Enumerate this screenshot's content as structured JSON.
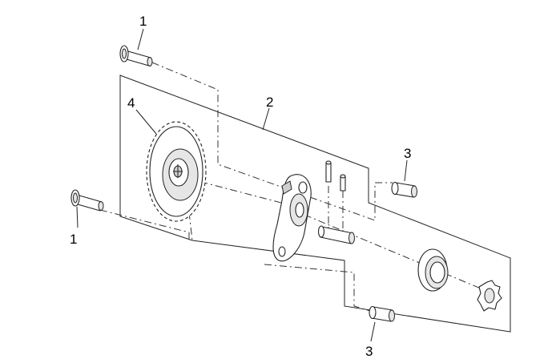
{
  "callouts": [
    {
      "id": "bolt-top",
      "label": "1"
    },
    {
      "id": "bolt-bottom",
      "label": "1"
    },
    {
      "id": "pump-assembly",
      "label": "2"
    },
    {
      "id": "bushing-top",
      "label": "3"
    },
    {
      "id": "bushing-bottom",
      "label": "3"
    },
    {
      "id": "gear",
      "label": "4"
    }
  ]
}
